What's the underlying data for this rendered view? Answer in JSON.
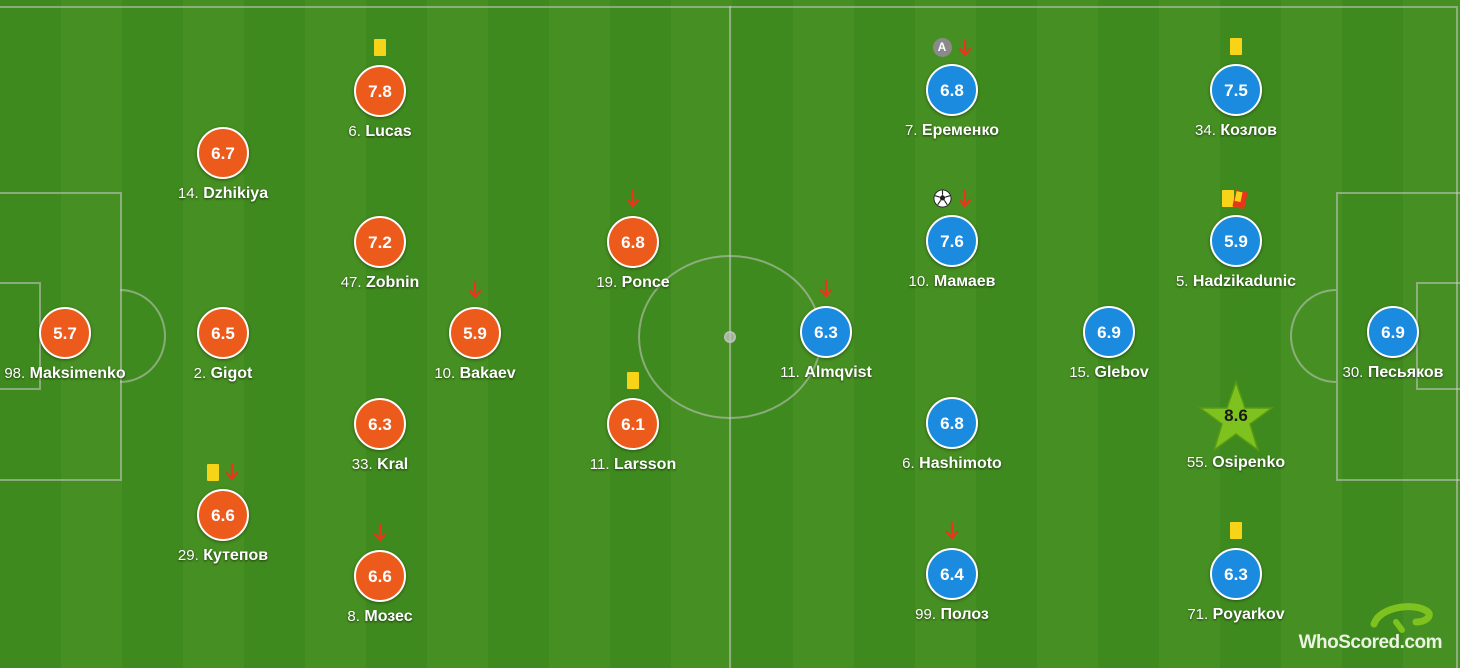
{
  "logo": {
    "text": "WhoScored.com"
  },
  "colors": {
    "home": "#ec5b1c",
    "away": "#1b8be0",
    "motm": "#7dc21e",
    "pitch": "#3f8a1e"
  },
  "home": [
    {
      "num": "98.",
      "name": "Maksimenko",
      "rating": "5.7",
      "events": []
    },
    {
      "num": "14.",
      "name": "Dzhikiya",
      "rating": "6.7",
      "events": []
    },
    {
      "num": "2.",
      "name": "Gigot",
      "rating": "6.5",
      "events": []
    },
    {
      "num": "29.",
      "name": "Кутепов",
      "rating": "6.6",
      "events": [
        "yellow-card",
        "sub-off"
      ]
    },
    {
      "num": "6.",
      "name": "Lucas",
      "rating": "7.8",
      "events": [
        "yellow-card"
      ]
    },
    {
      "num": "47.",
      "name": "Zobnin",
      "rating": "7.2",
      "events": []
    },
    {
      "num": "33.",
      "name": "Kral",
      "rating": "6.3",
      "events": []
    },
    {
      "num": "8.",
      "name": "Мозес",
      "rating": "6.6",
      "events": [
        "sub-off"
      ]
    },
    {
      "num": "10.",
      "name": "Bakaev",
      "rating": "5.9",
      "events": [
        "sub-off"
      ]
    },
    {
      "num": "19.",
      "name": "Ponce",
      "rating": "6.8",
      "events": [
        "sub-off"
      ]
    },
    {
      "num": "11.",
      "name": "Larsson",
      "rating": "6.1",
      "events": [
        "yellow-card"
      ]
    }
  ],
  "away": [
    {
      "num": "11.",
      "name": "Almqvist",
      "rating": "6.3",
      "events": [
        "sub-off"
      ]
    },
    {
      "num": "7.",
      "name": "Еременко",
      "rating": "6.8",
      "events": [
        "captain",
        "sub-off"
      ]
    },
    {
      "num": "10.",
      "name": "Мамаев",
      "rating": "7.6",
      "events": [
        "goal",
        "sub-off"
      ]
    },
    {
      "num": "6.",
      "name": "Hashimoto",
      "rating": "6.8",
      "events": []
    },
    {
      "num": "99.",
      "name": "Полоз",
      "rating": "6.4",
      "events": [
        "sub-off"
      ]
    },
    {
      "num": "15.",
      "name": "Glebov",
      "rating": "6.9",
      "events": []
    },
    {
      "num": "34.",
      "name": "Козлов",
      "rating": "7.5",
      "events": [
        "yellow-card"
      ]
    },
    {
      "num": "5.",
      "name": "Hadzikadunic",
      "rating": "5.9",
      "events": [
        "second-yellow"
      ]
    },
    {
      "num": "55.",
      "name": "Osipenko",
      "rating": "8.6",
      "events": [],
      "motm": true
    },
    {
      "num": "71.",
      "name": "Poyarkov",
      "rating": "6.3",
      "events": [
        "yellow-card"
      ]
    },
    {
      "num": "30.",
      "name": "Песьяков",
      "rating": "6.9",
      "events": []
    }
  ],
  "captain_letter": "A"
}
